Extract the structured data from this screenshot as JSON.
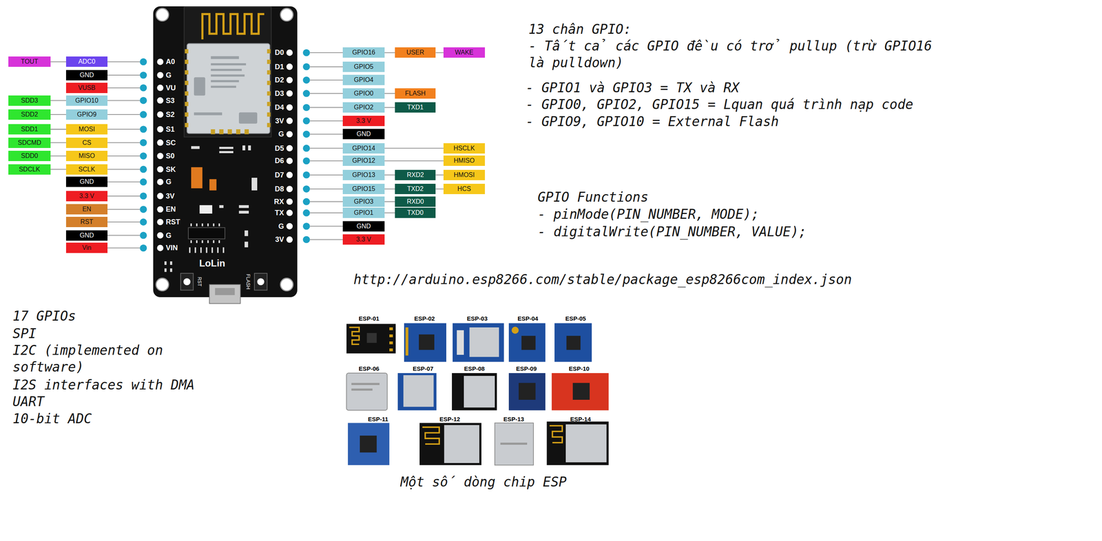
{
  "diagram": {
    "caption": "Một số dòng chip ESP",
    "nodes": [
      {
        "text": [
          "TOUT"
        ]
      },
      {
        "text": [
          "ADC0"
        ]
      },
      {
        "text": [
          "GND"
        ]
      },
      {
        "text": [
          "VUSB"
        ]
      },
      {
        "text": [
          "SDD3"
        ]
      },
      {
        "text": [
          "GPIO10"
        ]
      },
      {
        "text": [
          "SDD2"
        ]
      },
      {
        "text": [
          "GPIO9"
        ]
      },
      {
        "text": [
          "SDD1"
        ]
      },
      {
        "text": [
          "MOSI"
        ]
      },
      {
        "text": [
          "SDCMD"
        ]
      },
      {
        "text": [
          "CS"
        ]
      },
      {
        "text": [
          "SDD0"
        ]
      },
      {
        "text": [
          "MISO"
        ]
      },
      {
        "text": [
          "SDCLK"
        ]
      },
      {
        "text": [
          "SCLK"
        ]
      },
      {
        "text": [
          "GND"
        ]
      },
      {
        "text": [
          "3.3 V"
        ]
      },
      {
        "text": [
          "EN"
        ]
      },
      {
        "text": [
          "RST"
        ]
      },
      {
        "text": [
          "GND"
        ]
      },
      {
        "text": [
          "Vin"
        ]
      },
      {
        "text": [
          "GPIO16"
        ]
      },
      {
        "text": [
          "USER"
        ]
      },
      {
        "text": [
          "WAKE"
        ]
      },
      {
        "text": [
          "GPIO5"
        ]
      },
      {
        "text": [
          "GPIO4"
        ]
      },
      {
        "text": [
          "GPIO0"
        ]
      },
      {
        "text": [
          "FLASH"
        ]
      },
      {
        "text": [
          "GPIO2"
        ]
      },
      {
        "text": [
          "TXD1"
        ]
      },
      {
        "text": [
          "3.3 V"
        ]
      },
      {
        "text": [
          "GND"
        ]
      },
      {
        "text": [
          "GPIO14"
        ]
      },
      {
        "text": [
          "HSCLK"
        ]
      },
      {
        "text": [
          "GPIO12"
        ]
      },
      {
        "text": [
          "HMISO"
        ]
      },
      {
        "text": [
          "GPIO13"
        ]
      },
      {
        "text": [
          "RXD2"
        ]
      },
      {
        "text": [
          "HMOSI"
        ]
      },
      {
        "text": [
          "GPIO15"
        ]
      },
      {
        "text": [
          "TXD2"
        ]
      },
      {
        "text": [
          "HCS"
        ]
      },
      {
        "text": [
          "GPIO3"
        ]
      },
      {
        "text": [
          "RXD0"
        ]
      },
      {
        "text": [
          "GPIO1"
        ]
      },
      {
        "text": [
          "TXD0"
        ]
      },
      {
        "text": [
          "GND"
        ]
      },
      {
        "text": [
          "3.3 V"
        ]
      }
    ],
    "edges": [
      {
        "from": 0,
        "to": 1,
        "arrow": "none"
      },
      {
        "from": 4,
        "to": 5,
        "arrow": "none"
      },
      {
        "from": 6,
        "to": 7,
        "arrow": "none"
      },
      {
        "from": 8,
        "to": 9,
        "arrow": "none"
      },
      {
        "from": 10,
        "to": 11,
        "arrow": "none"
      },
      {
        "from": 12,
        "to": 13,
        "arrow": "none"
      },
      {
        "from": 14,
        "to": 15,
        "arrow": "none"
      },
      {
        "from": 22,
        "to": 23,
        "arrow": "none"
      },
      {
        "from": 23,
        "to": 24,
        "arrow": "none"
      },
      {
        "from": 27,
        "to": 28,
        "arrow": "none"
      },
      {
        "from": 29,
        "to": 30,
        "arrow": "none"
      },
      {
        "from": 33,
        "to": 34,
        "arrow": "none"
      },
      {
        "from": 35,
        "to": 36,
        "arrow": "none"
      },
      {
        "from": 37,
        "to": 38,
        "arrow": "none"
      },
      {
        "from": 38,
        "to": 39,
        "arrow": "none"
      },
      {
        "from": 40,
        "to": 41,
        "arrow": "none"
      },
      {
        "from": 41,
        "to": 42,
        "arrow": "none"
      },
      {
        "from": 43,
        "to": 44,
        "arrow": "none"
      },
      {
        "from": 45,
        "to": 46,
        "arrow": "none"
      }
    ],
    "labels": [
      "A0",
      "G",
      "VU",
      "S3",
      "S2",
      "S1",
      "SC",
      "S0",
      "SK",
      "G",
      "3V",
      "EN",
      "RST",
      "G",
      "VIN",
      "D0",
      "D1",
      "D2",
      "D3",
      "D4",
      "3V",
      "G",
      "D5",
      "D6",
      "D7",
      "D8",
      "RX",
      "TX",
      "G",
      "3V",
      "LoLin",
      "RST",
      "FLASH",
      "13 chân GPIO:",
      "- Tất cả các GPIO đều có trở pullup (trừ GPIO16 là pulldown)",
      "- GPIO1 và GPIO3 = TX và RX",
      "- GPIO0, GPIO2, GPIO15 = Lquan quá trình nạp code",
      "- GPIO9, GPIO10 = External Flash",
      "GPIO Functions",
      "- pinMode(PIN_NUMBER, MODE);",
      "- digitalWrite(PIN_NUMBER, VALUE);",
      "http://arduino.esp8266.com/stable/package_esp8266com_index.json",
      "17 GPIOs",
      "SPI",
      "I2C (implemented on software)",
      "I2S interfaces with DMA",
      "UART",
      "10-bit ADC",
      "ESP-01",
      "ESP-02",
      "ESP-03",
      "ESP-04",
      "ESP-05",
      "ESP-06",
      "ESP-07",
      "ESP-08",
      "ESP-09",
      "ESP-10",
      "ESP-11",
      "ESP-12",
      "ESP-13",
      "ESP-14"
    ]
  }
}
